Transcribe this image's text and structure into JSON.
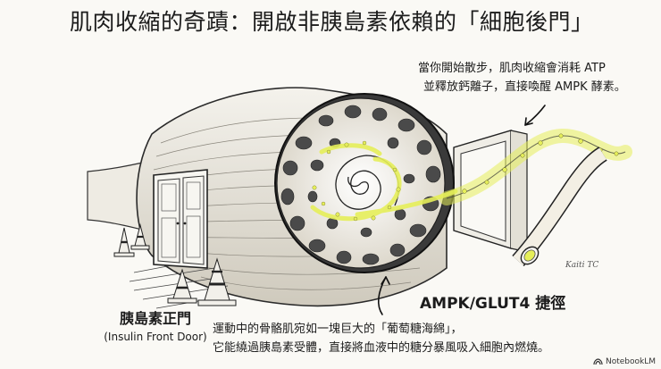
{
  "title": "肌肉收縮的奇蹟：開啟非胰島素依賴的「細胞後門」",
  "note_top": {
    "line1": "當你開始散步，肌肉收縮會消耗 ATP",
    "line2": "並釋放鈣離子，直接喚醒 AMPK 酵素。"
  },
  "front_door": {
    "label_zh": "胰島素正門",
    "label_en": "(Insulin Front Door)"
  },
  "shortcut_label": "AMPK/GLUT4 捷徑",
  "note_bottom": {
    "line1": "運動中的骨骼肌宛如一塊巨大的「葡萄糖海綿」，",
    "line2": "它能繞過胰島素受體，直接將血液中的糖分暴風吸入細胞內燃燒。"
  },
  "signature": "Kaiti TC",
  "brand": "NotebookLM",
  "colors": {
    "glucose": "#e6ef5a",
    "ink": "#2a2a2a",
    "paper": "#faf9f5"
  }
}
